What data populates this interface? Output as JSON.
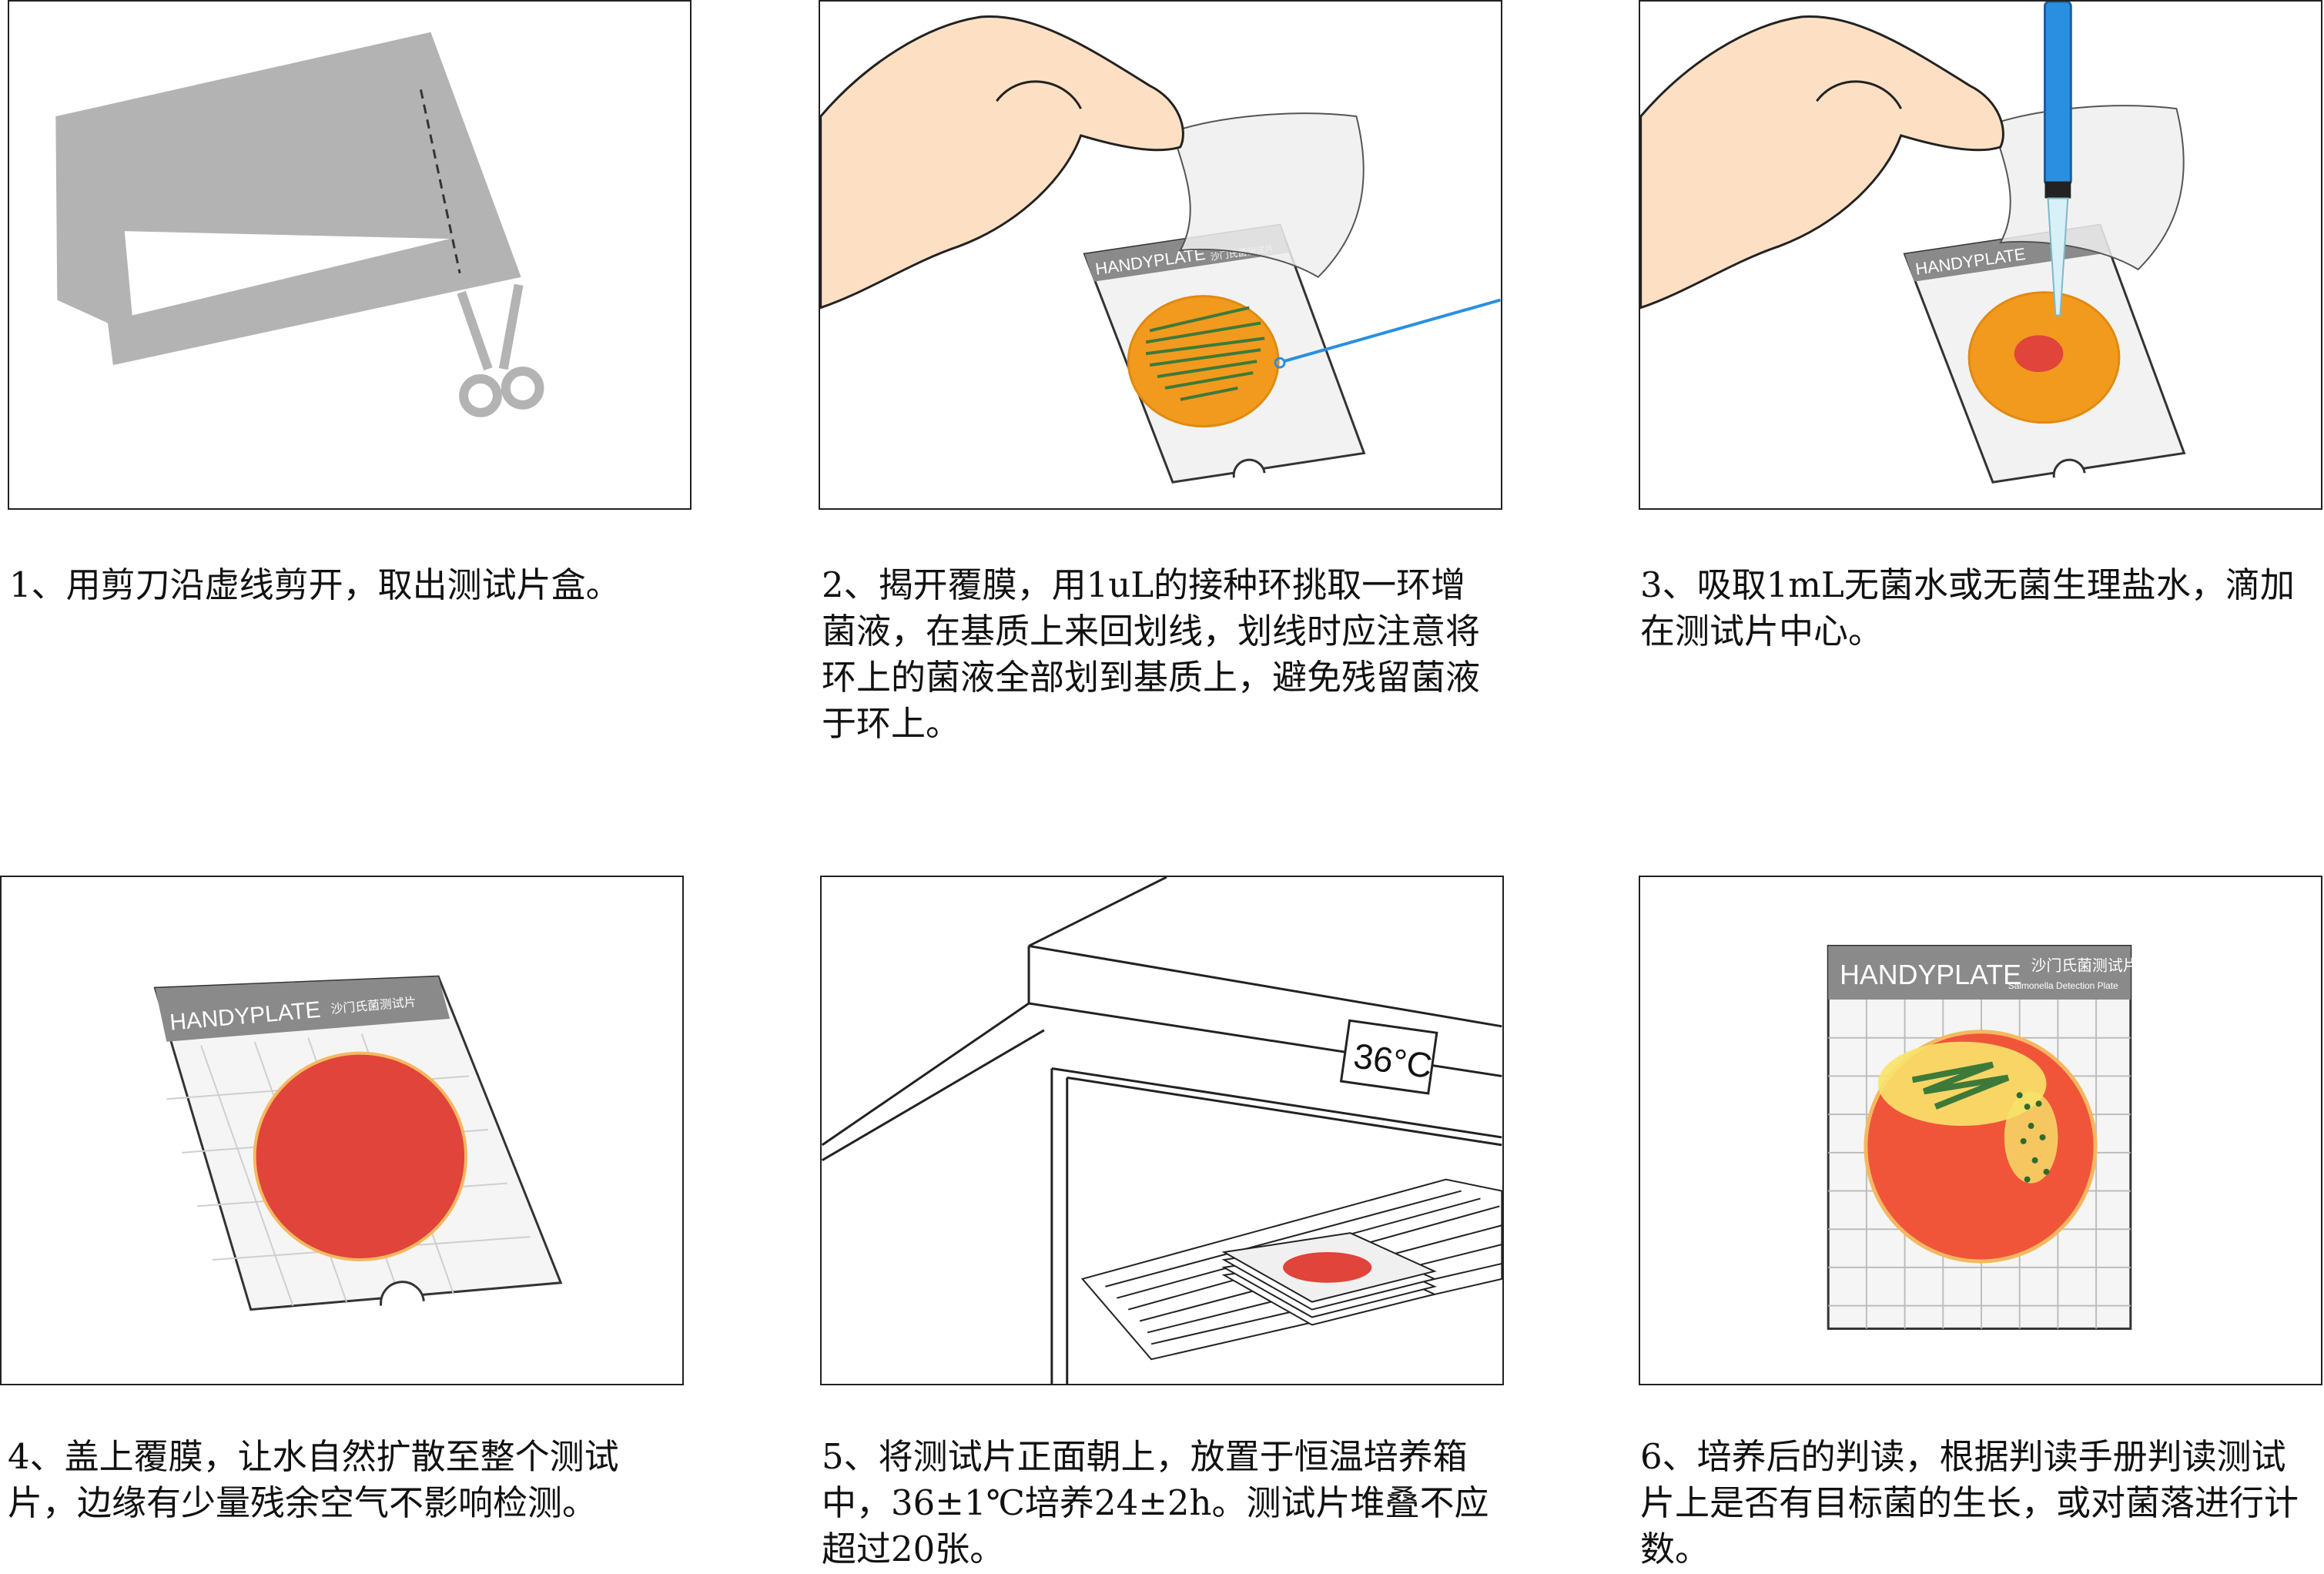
{
  "steps": [
    {
      "caption": "1、用剪刀沿虚线剪开，取出测试片盒。"
    },
    {
      "caption": "2、揭开覆膜，用1uL的接种环挑取一环增菌液，在基质上来回划线，划线时应注意将环上的菌液全部划到基质上，避免残留菌液于环上。"
    },
    {
      "caption": "3、吸取1mL无菌水或无菌生理盐水，滴加在测试片中心。"
    },
    {
      "caption": "4、盖上覆膜，让水自然扩散至整个测试片，边缘有少量残余空气不影响检测。"
    },
    {
      "caption": "5、将测试片正面朝上，放置于恒温培养箱中，36±1℃培养24±2h。测试片堆叠不应超过20张。"
    },
    {
      "caption": "6、培养后的判读，根据判读手册判读测试片上是否有目标菌的生长，或对菌落进行计数。"
    }
  ],
  "plate": {
    "brand": "HANDYPLATE",
    "name_cn": "沙门氏菌测试片",
    "name_en": "Salmonella Detection Plate"
  },
  "incubator": {
    "display": "36°C"
  },
  "colors": {
    "bag_gray": "#b3b3b3",
    "skin": "#fde0c4",
    "orange_matrix": "#f29a1e",
    "red_matrix": "#e0443a",
    "streak_green": "#3d7a3a",
    "loop_blue": "#2a8fe0",
    "plate_header": "#8a8a8a"
  }
}
